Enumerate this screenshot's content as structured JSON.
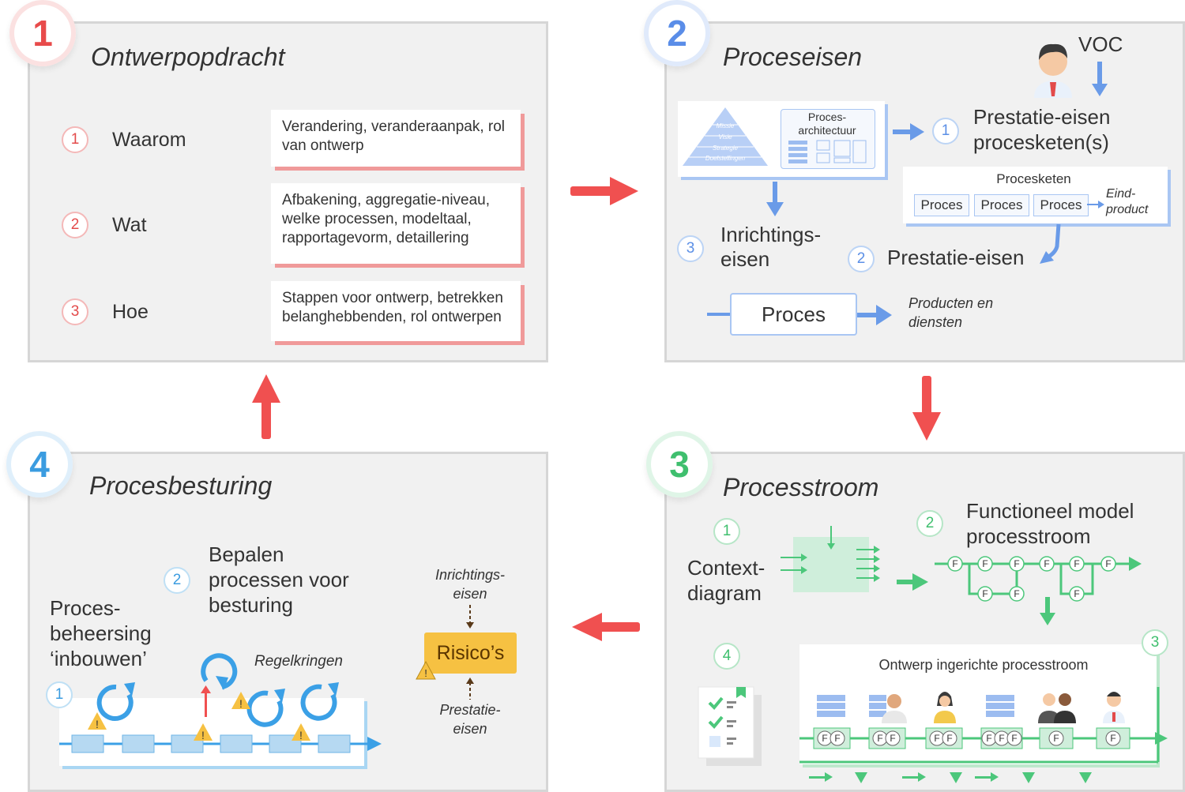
{
  "panel1": {
    "number": "1",
    "title": "Ontwerpopdracht",
    "rows": [
      {
        "num": "1",
        "label": "Waarom",
        "desc": "Verandering, veranderaanpak, rol van ontwerp"
      },
      {
        "num": "2",
        "label": "Wat",
        "desc": "Afbakening, aggregatie-niveau, welke processen, modeltaal, rapportagevorm, detaillering"
      },
      {
        "num": "3",
        "label": "Hoe",
        "desc": "Stappen voor ontwerp, betrekken belanghebbenden, rol ontwerpen"
      }
    ]
  },
  "panel2": {
    "number": "2",
    "title": "Proceseisen",
    "voc": "VOC",
    "pyramid": [
      "Missie",
      "Visie",
      "Strategie",
      "Doelstellingen"
    ],
    "architecture": "Proces-architectuur",
    "item1_num": "1",
    "item1": "Prestatie-eisen procesketen(s)",
    "chain_title": "Procesketen",
    "chain_steps": [
      "Proces",
      "Proces",
      "Proces"
    ],
    "chain_end": "Eind-product",
    "item2_num": "2",
    "item2": "Prestatie-eisen",
    "item3_num": "3",
    "item3": "Inrichtings-eisen",
    "process": "Proces",
    "output": "Producten en diensten"
  },
  "panel3": {
    "number": "3",
    "title": "Processtroom",
    "item1_num": "1",
    "item1": "Context-diagram",
    "item2_num": "2",
    "item2": "Functioneel model processtroom",
    "item3_num": "3",
    "item3": "Ontwerp ingerichte processtroom",
    "item4_num": "4",
    "f": "F"
  },
  "panel4": {
    "number": "4",
    "title": "Procesbesturing",
    "item1_num": "1",
    "item1": "Proces-beheersing ‘inbouwen’",
    "item2_num": "2",
    "item2": "Bepalen processen voor besturing",
    "loops": "Regelkringen",
    "inrichting": "Inrichtings-eisen",
    "risks": "Risico’s",
    "prestatie": "Prestatie-eisen"
  },
  "colors": {
    "red": "#f05050",
    "blue": "#6a9be8",
    "green": "#4cc77b",
    "lightblue": "#3ba0e6",
    "yellow": "#f6c142"
  }
}
